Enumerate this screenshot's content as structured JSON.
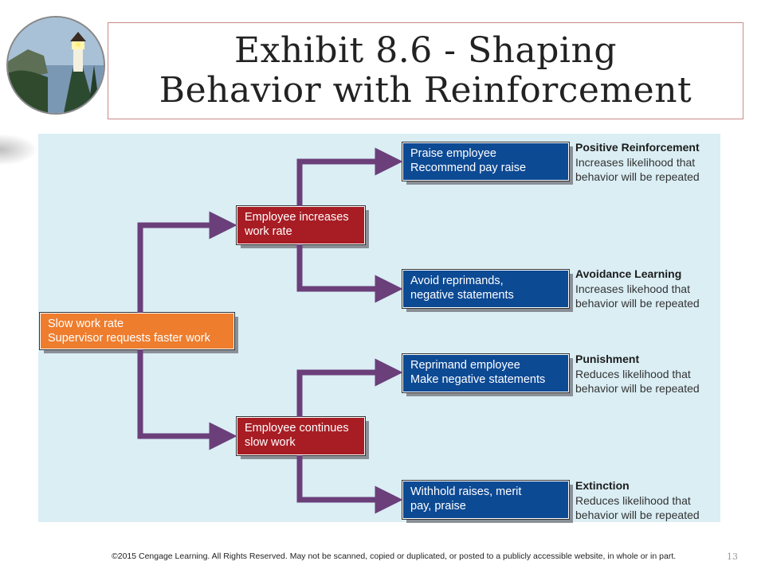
{
  "slide": {
    "title_line1": "Exhibit 8.6 - Shaping",
    "title_line2": "Behavior with Reinforcement",
    "footer": "©2015 Cengage Learning. All Rights Reserved. May not be scanned, copied or duplicated, or posted to a publicly accessible website, in whole or in part.",
    "page_number": "13"
  },
  "colors": {
    "background_panel": "#daeef4",
    "start_box": "#ee7d2e",
    "mid_box": "#a81d24",
    "outcome_box": "#0d4a94",
    "arrow": "#6b3f7a"
  },
  "diagram": {
    "start": {
      "line1": "Slow work rate",
      "line2": "Supervisor requests faster work"
    },
    "branch_up": {
      "line1": "Employee increases",
      "line2": "work rate"
    },
    "branch_down": {
      "line1": "Employee continues",
      "line2": "slow work"
    },
    "outcomes": [
      {
        "line1": "Praise employee",
        "line2": "Recommend pay raise",
        "label": "Positive Reinforcement",
        "desc1": "Increases likelihood that",
        "desc2": "behavior will be repeated"
      },
      {
        "line1": "Avoid reprimands,",
        "line2": "negative statements",
        "label": "Avoidance Learning",
        "desc1": "Increases likehood that",
        "desc2": "behavior will be repeated"
      },
      {
        "line1": "Reprimand employee",
        "line2": "Make negative statements",
        "label": "Punishment",
        "desc1": "Reduces likelihood that",
        "desc2": "behavior will be repeated"
      },
      {
        "line1": "Withhold raises, merit",
        "line2": "pay, praise",
        "label": "Extinction",
        "desc1": "Reduces likelihood that",
        "desc2": "behavior will be repeated"
      }
    ]
  }
}
